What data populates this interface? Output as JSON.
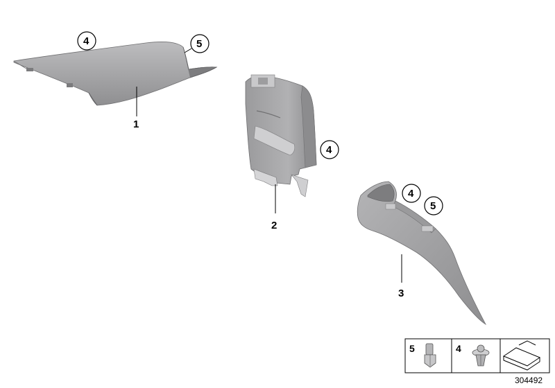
{
  "parts": [
    {
      "number": "1",
      "name": "part-1"
    },
    {
      "number": "2",
      "name": "part-2"
    },
    {
      "number": "3",
      "name": "part-3"
    }
  ],
  "callouts": {
    "part1_a": "4",
    "part1_b": "5",
    "part2_a": "4",
    "part3_a": "4",
    "part3_b": "5"
  },
  "legend": {
    "item_5": "5",
    "item_4": "4"
  },
  "reference_number": "304492",
  "icons": [
    "clip-icon",
    "push-rivet-icon",
    "carpet-corner-icon"
  ],
  "colors": {
    "part_fill": "#a7a7a9",
    "part_dark": "#8c8c8e",
    "part_light": "#c4c4c6",
    "line": "#000000"
  }
}
